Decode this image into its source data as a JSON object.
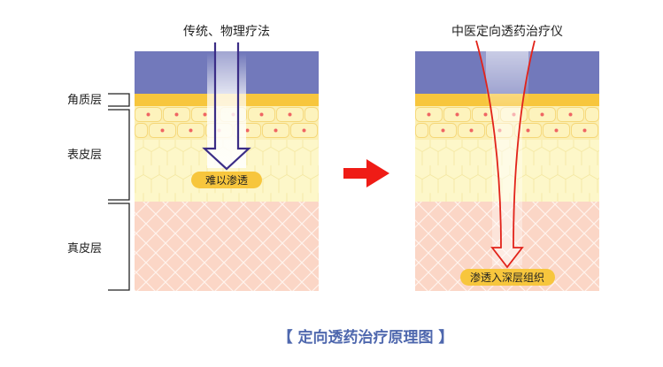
{
  "left_panel": {
    "title": "传统、物理疗法",
    "badge": "难以渗透"
  },
  "right_panel": {
    "title": "中医定向透药治疗仪",
    "badge": "渗透入深层组织"
  },
  "layer_labels": {
    "stratum_corneum": "角质层",
    "epidermis": "表皮层",
    "dermis": "真皮层"
  },
  "caption": "【 定向透药治疗原理图 】",
  "colors": {
    "outer_layer": "#7279bb",
    "stratum_corneum": "#f7c63d",
    "epidermis_cells": "#fbefb3",
    "epidermis": "#fdf7c9",
    "dermis": "#fbd6c6",
    "cell_nucleus": "#ef6563",
    "left_arrow": "#3b2d86",
    "right_arrow": "#e2231a",
    "middle_arrow": "#ef1c16",
    "badge": "#f7c63d",
    "caption": "#4f68ae"
  },
  "icons": {
    "layer_bracket": "bracket-icon",
    "direction_arrow": "arrow-right-icon"
  }
}
